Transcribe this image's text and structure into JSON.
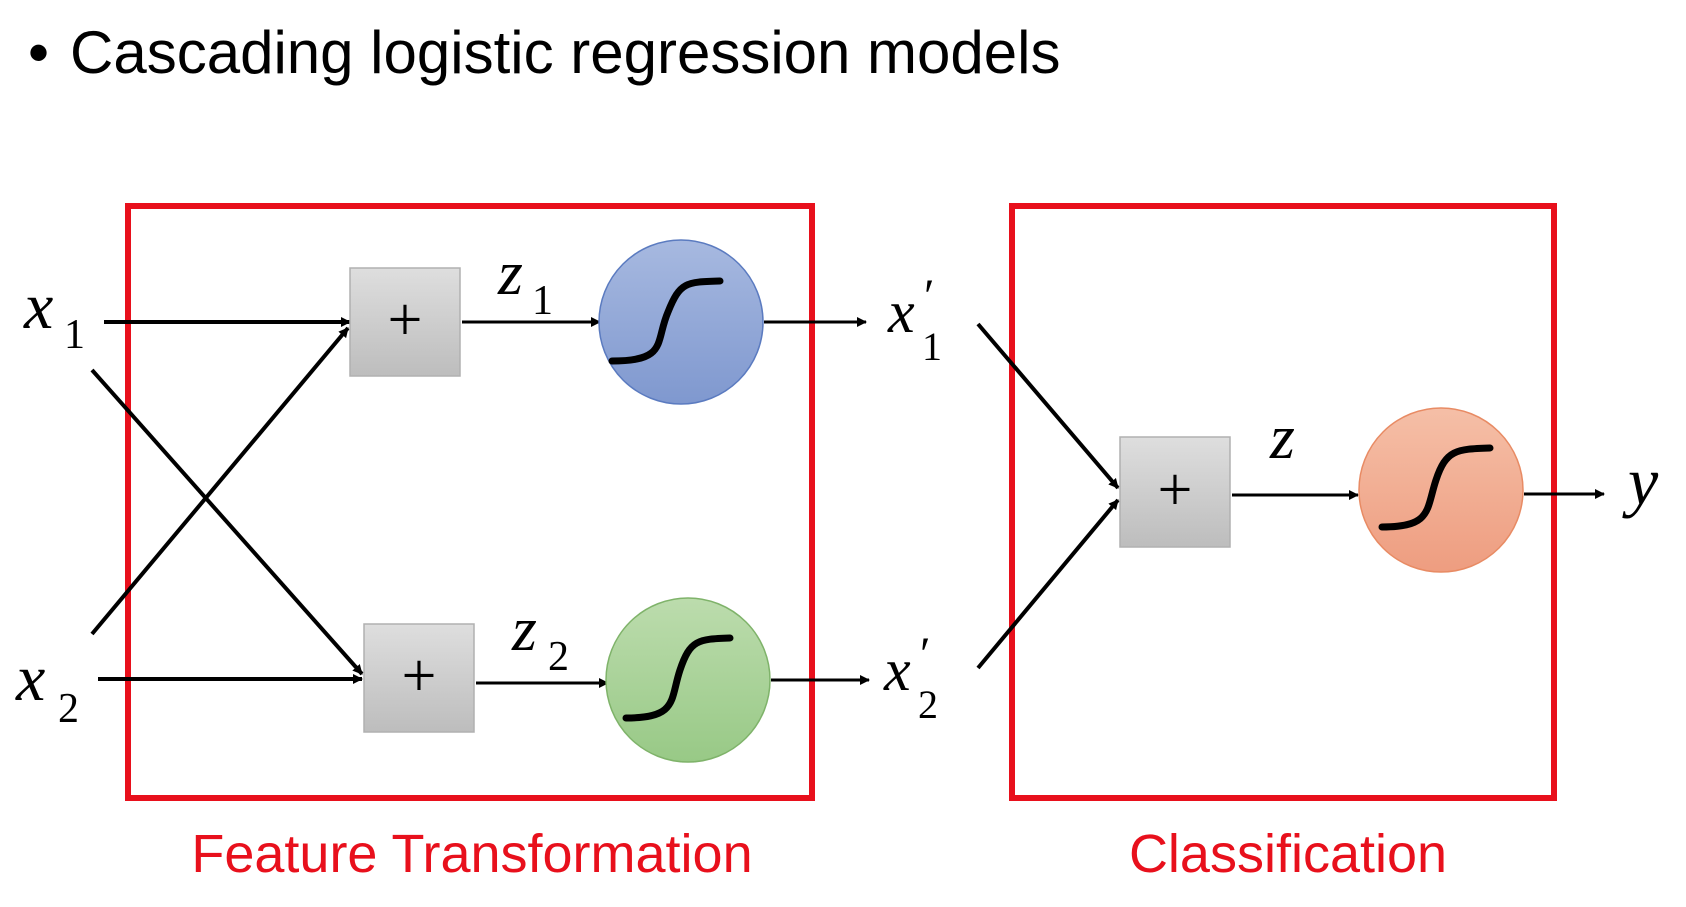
{
  "title": {
    "bullet": "•",
    "text": "Cascading logistic regression models"
  },
  "groups": {
    "feature": {
      "label": "Feature Transformation"
    },
    "classification": {
      "label": "Classification"
    }
  },
  "inputs": {
    "x1": {
      "base": "x",
      "sub": "1"
    },
    "x2": {
      "base": "x",
      "sub": "2"
    }
  },
  "intermediate": {
    "z1": {
      "base": "z",
      "sub": "1"
    },
    "z2": {
      "base": "z",
      "sub": "2"
    }
  },
  "transformed": {
    "x1p": {
      "base": "x",
      "prime": "′",
      "sub": "1"
    },
    "x2p": {
      "base": "x",
      "prime": "′",
      "sub": "2"
    }
  },
  "final": {
    "z": "z",
    "y": "y"
  },
  "sum_symbol": "+",
  "colors": {
    "box_outline": "#e8101c",
    "caption": "#e8101c",
    "sum_box_fill": "#cfcfcf",
    "sigmoid_blue": "#8fa6d6",
    "sigmoid_green": "#a8d196",
    "sigmoid_orange": "#f2a98c"
  }
}
